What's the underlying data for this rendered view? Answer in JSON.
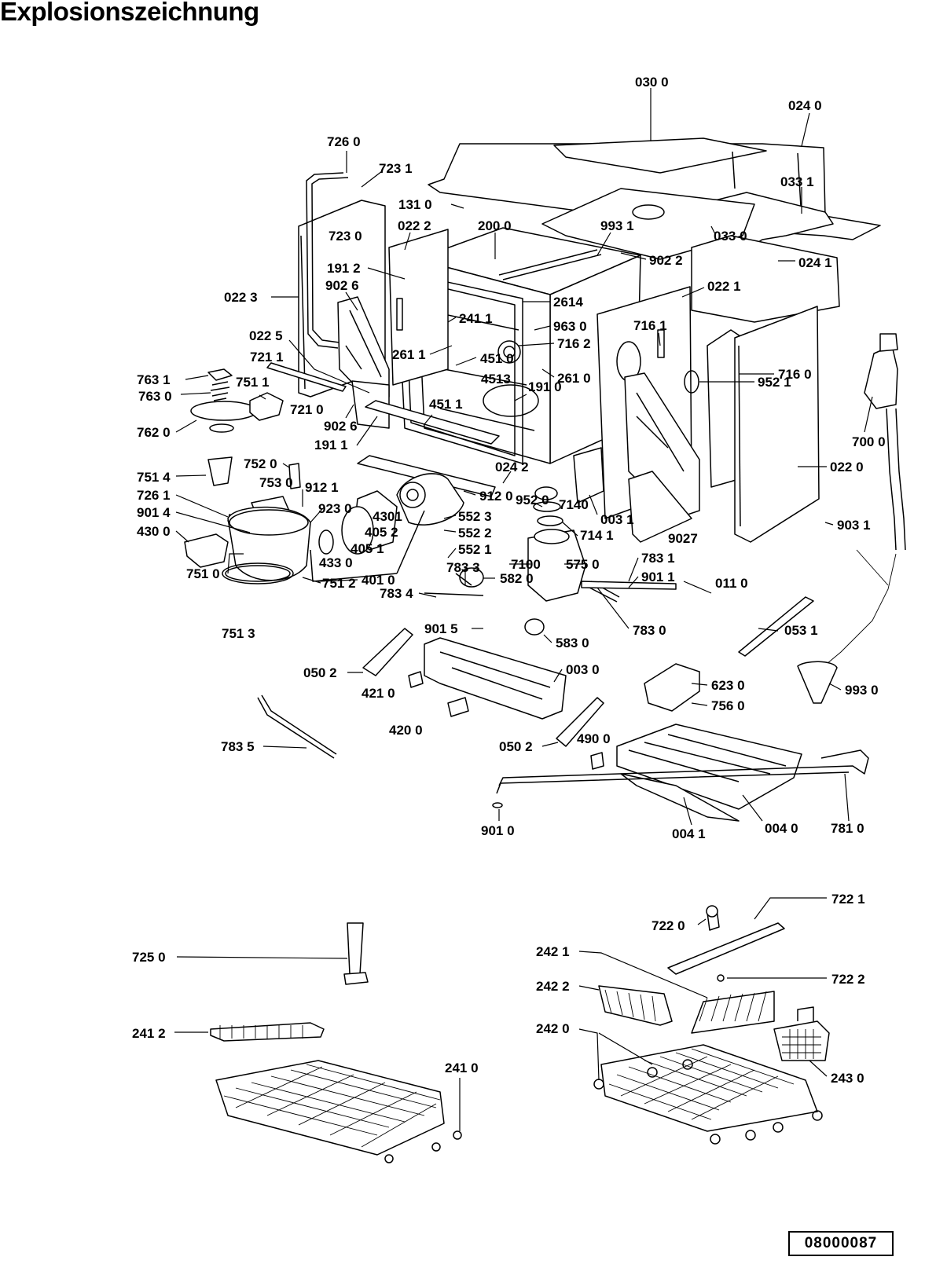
{
  "title": "Explosionszeichnung",
  "document_number": "08000087",
  "labels": [
    {
      "id": "l-0300",
      "text": "030 0"
    },
    {
      "id": "l-0240",
      "text": "024 0"
    },
    {
      "id": "l-7260",
      "text": "726 0"
    },
    {
      "id": "l-7231",
      "text": "723 1"
    },
    {
      "id": "l-0331",
      "text": "033 1"
    },
    {
      "id": "l-1310",
      "text": "131 0"
    },
    {
      "id": "l-9931",
      "text": "993 1"
    },
    {
      "id": "l-7230",
      "text": "723 0"
    },
    {
      "id": "l-0222",
      "text": "022 2"
    },
    {
      "id": "l-2000",
      "text": "200 0"
    },
    {
      "id": "l-0330",
      "text": "033 0"
    },
    {
      "id": "l-0241",
      "text": "024 1"
    },
    {
      "id": "l-1912",
      "text": "191 2"
    },
    {
      "id": "l-9022",
      "text": "902 2"
    },
    {
      "id": "l-9026a",
      "text": "902 6"
    },
    {
      "id": "l-0221",
      "text": "022 1"
    },
    {
      "id": "l-0223",
      "text": "022 3"
    },
    {
      "id": "l-2614",
      "text": "2614"
    },
    {
      "id": "l-2411",
      "text": "241 1"
    },
    {
      "id": "l-9630",
      "text": "963 0"
    },
    {
      "id": "l-7161",
      "text": "716 1"
    },
    {
      "id": "l-0225",
      "text": "022 5"
    },
    {
      "id": "l-7162",
      "text": "716 2"
    },
    {
      "id": "l-7211",
      "text": "721 1"
    },
    {
      "id": "l-2611",
      "text": "261 1"
    },
    {
      "id": "l-7160",
      "text": "716 0"
    },
    {
      "id": "l-7631",
      "text": "763 1"
    },
    {
      "id": "l-4510",
      "text": "451 0"
    },
    {
      "id": "l-2610",
      "text": "261 0"
    },
    {
      "id": "l-4513",
      "text": "4513"
    },
    {
      "id": "l-7511",
      "text": "751 1"
    },
    {
      "id": "l-9521",
      "text": "952 1"
    },
    {
      "id": "l-7630",
      "text": "763 0"
    },
    {
      "id": "l-1910",
      "text": "191 0"
    },
    {
      "id": "l-7210",
      "text": "721 0"
    },
    {
      "id": "l-4511",
      "text": "451 1"
    },
    {
      "id": "l-9026b",
      "text": "902 6"
    },
    {
      "id": "l-7000",
      "text": "700 0"
    },
    {
      "id": "l-7620",
      "text": "762 0"
    },
    {
      "id": "l-1911",
      "text": "191 1"
    },
    {
      "id": "l-0220",
      "text": "022 0"
    },
    {
      "id": "l-7520",
      "text": "752 0"
    },
    {
      "id": "l-0242",
      "text": "024 2"
    },
    {
      "id": "l-7514",
      "text": "751 4"
    },
    {
      "id": "l-7530",
      "text": "753 0"
    },
    {
      "id": "l-9120",
      "text": "912 0"
    },
    {
      "id": "l-9121",
      "text": "912 1"
    },
    {
      "id": "l-9520",
      "text": "952 0"
    },
    {
      "id": "l-7140",
      "text": "7140"
    },
    {
      "id": "l-7261",
      "text": "726 1"
    },
    {
      "id": "l-9230",
      "text": "923 0"
    },
    {
      "id": "l-5523",
      "text": "552 3"
    },
    {
      "id": "l-0031",
      "text": "003 1"
    },
    {
      "id": "l-9031",
      "text": "903 1"
    },
    {
      "id": "l-9014",
      "text": "901 4"
    },
    {
      "id": "l-4301",
      "text": "4301"
    },
    {
      "id": "l-5522",
      "text": "552 2"
    },
    {
      "id": "l-7141",
      "text": "714 1"
    },
    {
      "id": "l-9027",
      "text": "9027"
    },
    {
      "id": "l-4300",
      "text": "430 0"
    },
    {
      "id": "l-4052",
      "text": "405 2"
    },
    {
      "id": "l-5521",
      "text": "552 1"
    },
    {
      "id": "l-4051",
      "text": "405 1"
    },
    {
      "id": "l-7100",
      "text": "7100"
    },
    {
      "id": "l-5750",
      "text": "575 0"
    },
    {
      "id": "l-7831",
      "text": "783 1"
    },
    {
      "id": "l-4330",
      "text": "433 0"
    },
    {
      "id": "l-9011",
      "text": "901 1"
    },
    {
      "id": "l-7510",
      "text": "751 0"
    },
    {
      "id": "l-4010",
      "text": "401 0"
    },
    {
      "id": "l-0110",
      "text": "011 0"
    },
    {
      "id": "l-7512",
      "text": "751 2"
    },
    {
      "id": "l-7833",
      "text": "783 3"
    },
    {
      "id": "l-7834",
      "text": "783 4"
    },
    {
      "id": "l-5820",
      "text": "582 0"
    },
    {
      "id": "l-7830",
      "text": "783 0"
    },
    {
      "id": "l-0531",
      "text": "053 1"
    },
    {
      "id": "l-7513",
      "text": "751 3"
    },
    {
      "id": "l-9015",
      "text": "901 5"
    },
    {
      "id": "l-5830",
      "text": "583 0"
    },
    {
      "id": "l-0502a",
      "text": "050 2"
    },
    {
      "id": "l-0030",
      "text": "003 0"
    },
    {
      "id": "l-6230",
      "text": "623 0"
    },
    {
      "id": "l-4210",
      "text": "421 0"
    },
    {
      "id": "l-9930",
      "text": "993 0"
    },
    {
      "id": "l-7560",
      "text": "756 0"
    },
    {
      "id": "l-4200",
      "text": "420 0"
    },
    {
      "id": "l-0502b",
      "text": "050 2"
    },
    {
      "id": "l-4900",
      "text": "490 0"
    },
    {
      "id": "l-7835",
      "text": "783 5"
    },
    {
      "id": "l-9010",
      "text": "901 0"
    },
    {
      "id": "l-0041",
      "text": "004 1"
    },
    {
      "id": "l-0040",
      "text": "004 0"
    },
    {
      "id": "l-7810",
      "text": "781 0"
    },
    {
      "id": "l-7221",
      "text": "722 1"
    },
    {
      "id": "l-7220",
      "text": "722 0"
    },
    {
      "id": "l-7250",
      "text": "725 0"
    },
    {
      "id": "l-2421",
      "text": "242 1"
    },
    {
      "id": "l-7222",
      "text": "722 2"
    },
    {
      "id": "l-2422",
      "text": "242 2"
    },
    {
      "id": "l-2412",
      "text": "241 2"
    },
    {
      "id": "l-2420",
      "text": "242 0"
    },
    {
      "id": "l-2410",
      "text": "241 0"
    },
    {
      "id": "l-2430",
      "text": "243 0"
    }
  ]
}
